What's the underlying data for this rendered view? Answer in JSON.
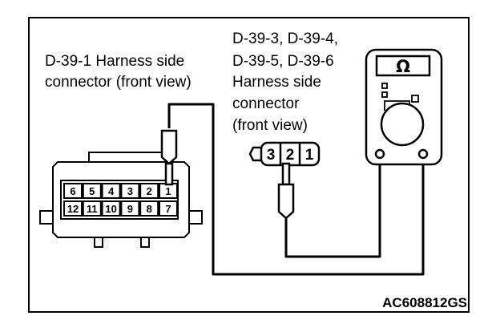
{
  "labels": {
    "left_connector": [
      "D-39-1 Harness side",
      "connector (front view)"
    ],
    "right_connector": [
      "D-39-3,  D-39-4,",
      "D-39-5, D-39-6",
      "Harness side",
      "connector",
      "(front view)"
    ],
    "figure_code": "AC608812GS"
  },
  "meter": {
    "symbol": "Ω",
    "symbol_icon": "ohm-symbol-icon"
  },
  "left_connector": {
    "top_row": [
      "6",
      "5",
      "4",
      "3",
      "2",
      "1"
    ],
    "bottom_row": [
      "12",
      "11",
      "10",
      "9",
      "8",
      "7"
    ]
  },
  "right_connector": {
    "pins": [
      "3",
      "2",
      "1"
    ]
  }
}
